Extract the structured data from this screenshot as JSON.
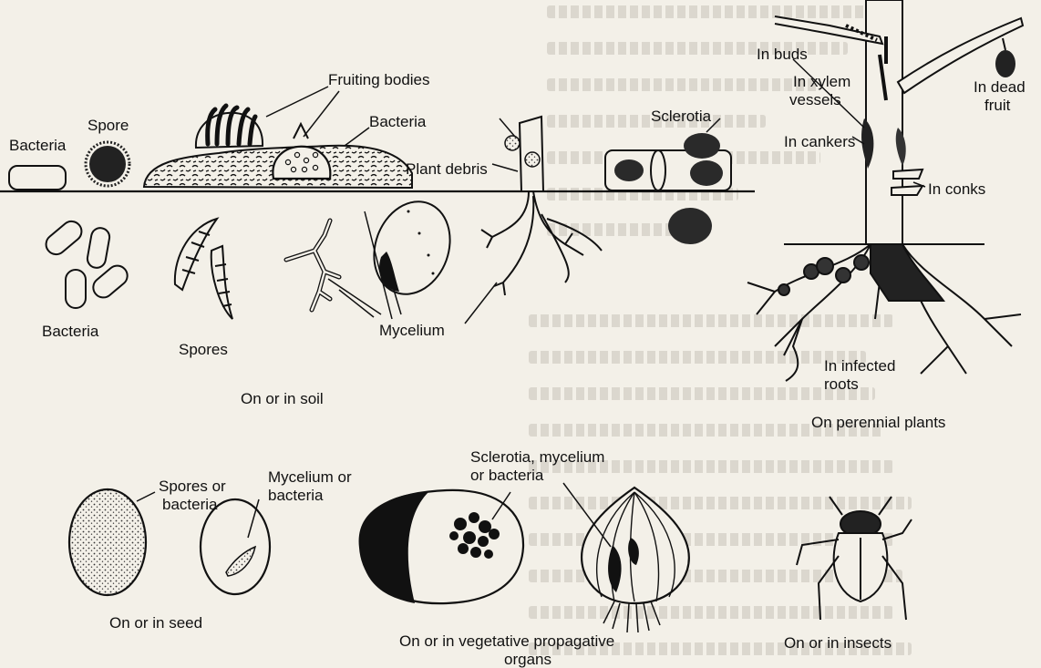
{
  "soil": {
    "labels": {
      "bacteria_rod": "Bacteria",
      "spore": "Spore",
      "fruiting_bodies": "Fruiting bodies",
      "bacteria_mid": "Bacteria",
      "plant_debris": "Plant debris",
      "bacteria_bottom": "Bacteria",
      "spores": "Spores",
      "mycelium": "Mycelium",
      "sclerotia": "Sclerotia"
    },
    "caption": "On or in soil"
  },
  "perennial": {
    "labels": {
      "in_buds": "In buds",
      "in_xylem_1": "In xylem",
      "in_xylem_2": "vessels",
      "in_dead_1": "In dead",
      "in_dead_2": "fruit",
      "in_cankers": "In cankers",
      "in_conks": "In conks",
      "in_roots_1": "In infected",
      "in_roots_2": "roots"
    },
    "caption": "On perennial plants"
  },
  "seed": {
    "labels": {
      "spores_or_1": "Spores or",
      "spores_or_2": "bacteria",
      "mycelium_or_1": "Mycelium or",
      "mycelium_or_2": "bacteria"
    },
    "caption": "On or in seed"
  },
  "vegetative": {
    "labels": {
      "scl_myc_1": "Sclerotia, mycelium",
      "scl_myc_2": "or bacteria"
    },
    "caption_1": "On or in vegetative propagative",
    "caption_2": "organs"
  },
  "insects": {
    "caption": "On or in insects"
  }
}
